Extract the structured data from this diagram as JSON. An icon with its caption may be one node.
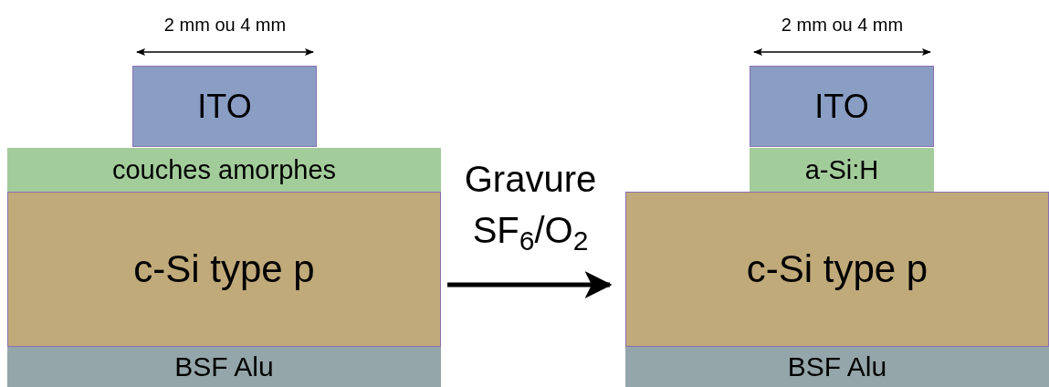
{
  "diagram": {
    "nodes": [
      {
        "text": [
          "ITO"
        ]
      },
      {
        "text": [
          "couches amorphes"
        ]
      },
      {
        "text": [
          "c-Si type p"
        ]
      },
      {
        "text": [
          "BSF Alu"
        ]
      },
      {
        "text": [
          "ITO"
        ]
      },
      {
        "text": [
          "a-Si:H"
        ]
      },
      {
        "text": [
          "c-Si type p"
        ]
      },
      {
        "text": [
          "BSF Alu"
        ]
      }
    ],
    "edges": [
      {
        "from": 2,
        "to": 6,
        "arrow": "to",
        "label": "Gravure SF$_{6}$/O$_{2}$"
      }
    ],
    "labels": [
      "2 mm ou 4 mm",
      "2 mm ou 4 mm"
    ]
  }
}
